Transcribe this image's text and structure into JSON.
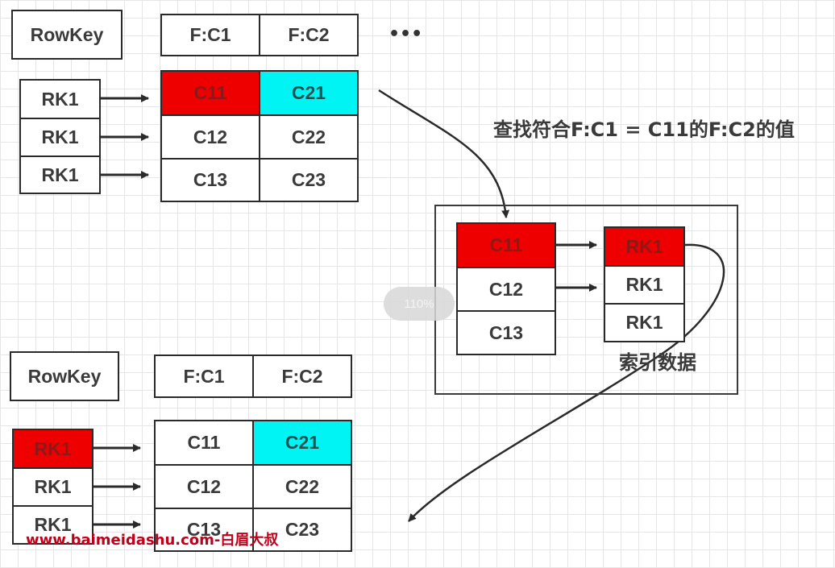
{
  "top_table": {
    "rowkey_header": "RowKey",
    "col_headers": [
      "F:C1",
      "F:C2"
    ],
    "ellipsis": "•••",
    "rows": [
      {
        "key": "RK1",
        "c1": "C11",
        "c2": "C21"
      },
      {
        "key": "RK1",
        "c1": "C12",
        "c2": "C22"
      },
      {
        "key": "RK1",
        "c1": "C13",
        "c2": "C23"
      }
    ]
  },
  "query_text": "查找符合F:C1 = C11的F:C2的值",
  "index_table": {
    "values": [
      "C11",
      "C12",
      "C13"
    ],
    "rowkeys": [
      "RK1",
      "RK1",
      "RK1"
    ],
    "caption": "索引数据"
  },
  "bottom_table": {
    "rowkey_header": "RowKey",
    "col_headers": [
      "F:C1",
      "F:C2"
    ],
    "rows": [
      {
        "key": "RK1",
        "c1": "C11",
        "c2": "C21"
      },
      {
        "key": "RK1",
        "c1": "C12",
        "c2": "C22"
      },
      {
        "key": "RK1",
        "c1": "C13",
        "c2": "C23"
      }
    ]
  },
  "zoom_badge": "110%",
  "watermark": "www.baimeidashu.com-白眉大叔",
  "colors": {
    "highlight_red": "#ee0000",
    "highlight_cyan": "#00f4f4",
    "stroke": "#2a2a2a"
  }
}
